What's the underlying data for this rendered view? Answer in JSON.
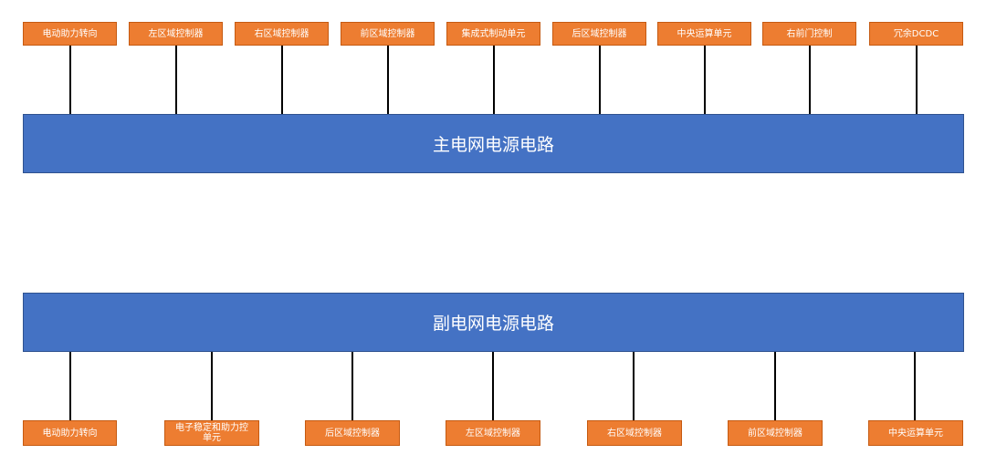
{
  "main_bus": {
    "label": "主电网电源电路",
    "units": [
      "电动助力转向",
      "左区域控制器",
      "右区域控制器",
      "前区域控制器",
      "集成式制动单元",
      "后区域控制器",
      "中央运算单元",
      "右前门控制",
      "冗余DCDC"
    ]
  },
  "aux_bus": {
    "label": "副电网电源电路",
    "units": [
      "电动助力转向",
      "电子稳定和助力控\n单元",
      "后区域控制器",
      "左区域控制器",
      "右区域控制器",
      "前区域控制器",
      "中央运算单元"
    ]
  },
  "colors": {
    "bus": "#4472C4",
    "unit": "#ED7D31",
    "wire": "#000000"
  }
}
